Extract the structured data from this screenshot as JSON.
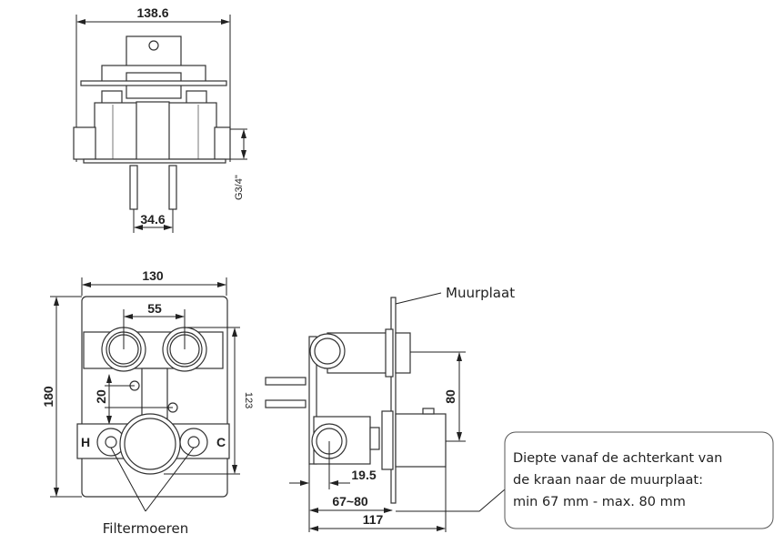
{
  "top_view": {
    "width_dim": "138.6",
    "anchor_spacing_dim": "34.6",
    "thread_label": "G3/4\""
  },
  "front_view": {
    "width_dim": "130",
    "height_dim": "180",
    "inlet_spacing_dim": "55",
    "offset_dim": "20",
    "vertical_spacing_dim": "123",
    "hot_label": "H",
    "cold_label": "C",
    "filter_label": "Filtermoeren"
  },
  "side_view": {
    "wallplate_label": "Muurplaat",
    "outlet_spacing_dim": "80",
    "depth_dim_1": "19.5",
    "depth_dim_range": "67~80",
    "total_depth_dim": "117"
  },
  "callout": {
    "lines": [
      "Diepte vanaf de achterkant van",
      "de kraan naar de muurplaat:",
      "min 67 mm - max. 80 mm"
    ]
  }
}
